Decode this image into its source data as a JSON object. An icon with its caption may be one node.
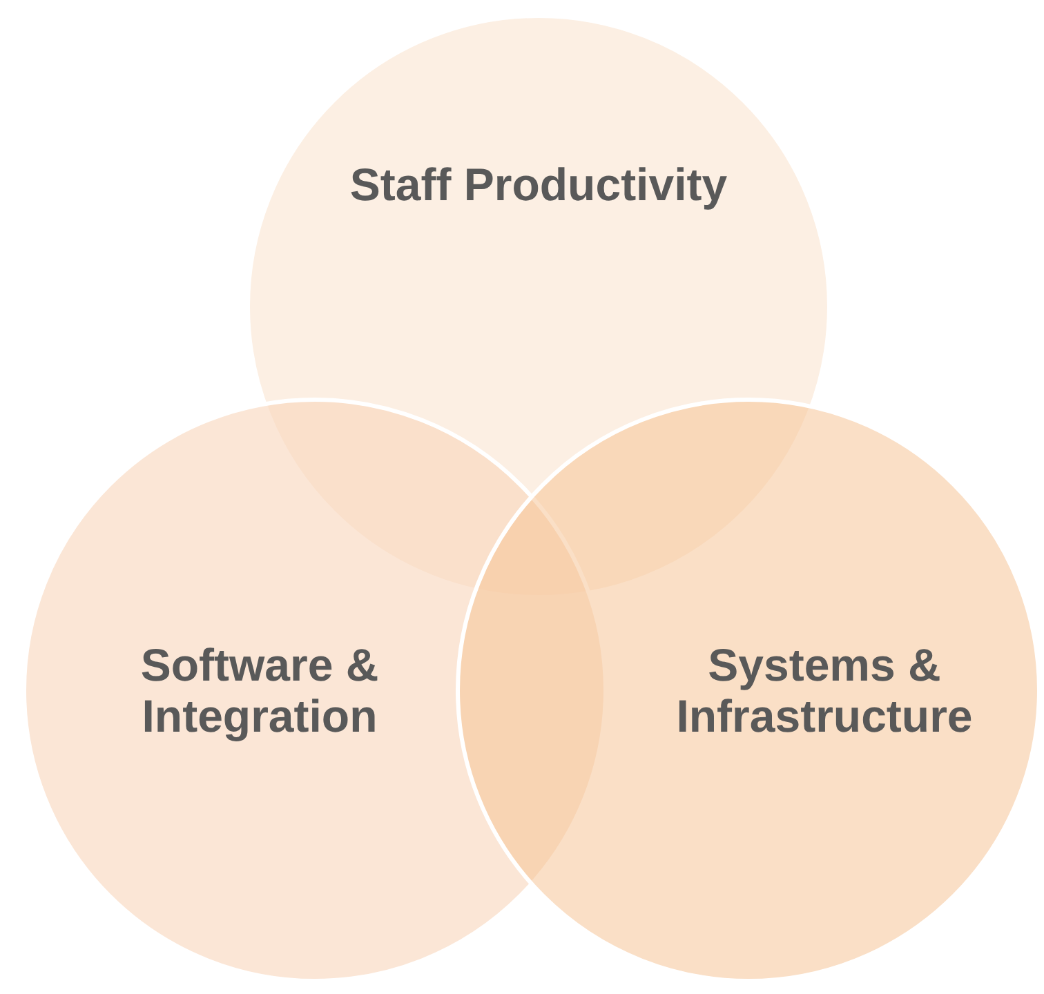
{
  "diagram": {
    "nodes": [
      {
        "text": [
          "Staff Productivity"
        ]
      },
      {
        "text": [
          "Software & Integration"
        ]
      },
      {
        "text": [
          "Systems & Infrastructure"
        ]
      }
    ]
  }
}
